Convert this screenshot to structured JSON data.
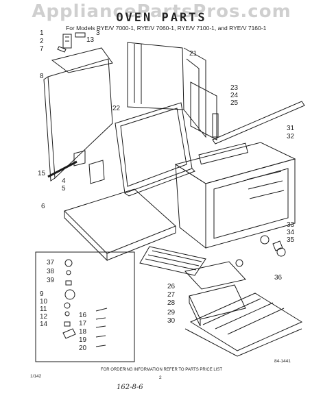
{
  "header": {
    "watermark": "AppliancePartsPros.com",
    "title": "OVEN PARTS",
    "subtitle": "For Models RYE/V 7000-1, RYE/V 7060-1, RYE/V 7100-1, and RYE/V 7160-1"
  },
  "callouts": {
    "c1": "1",
    "c2": "2",
    "c3": "3",
    "c4": "4",
    "c5": "5",
    "c6": "6",
    "c7": "7",
    "c8": "8",
    "c9": "9",
    "c10": "10",
    "c11": "11",
    "c12": "12",
    "c13": "13",
    "c14": "14",
    "c15": "15",
    "c16": "16",
    "c17": "17",
    "c18": "18",
    "c19": "19",
    "c20": "20",
    "c21": "21",
    "c22": "22",
    "c23": "23",
    "c24": "24",
    "c25": "25",
    "c26": "26",
    "c27": "27",
    "c28": "28",
    "c29": "29",
    "c30": "30",
    "c31": "31",
    "c32": "32",
    "c33": "33",
    "c34": "34",
    "c35": "35",
    "c36": "36",
    "c37": "37",
    "c38": "38",
    "c39": "39"
  },
  "drawing_code": "84-1441",
  "page_code": "1/142",
  "footer": {
    "note": "FOR ORDERING INFORMATION REFER TO PARTS PRICE LIST",
    "page": "2"
  },
  "handwritten": "162-8-6"
}
